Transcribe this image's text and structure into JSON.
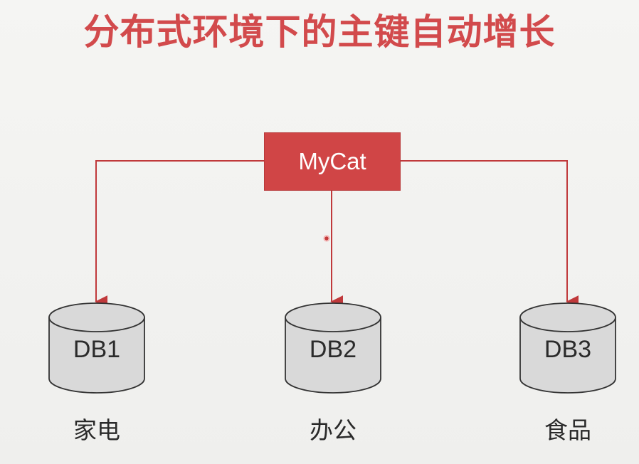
{
  "title": "分布式环境下的主键自动增长",
  "hub": {
    "label": "MyCat"
  },
  "databases": [
    {
      "label": "DB1",
      "caption": "家电"
    },
    {
      "label": "DB2",
      "caption": "办公"
    },
    {
      "label": "DB3",
      "caption": "食品"
    }
  ],
  "colors": {
    "accent": "#d04546",
    "title": "#d24a4c",
    "connector": "#c0393b",
    "db_fill": "#d9d9d9",
    "db_stroke": "#333333"
  }
}
